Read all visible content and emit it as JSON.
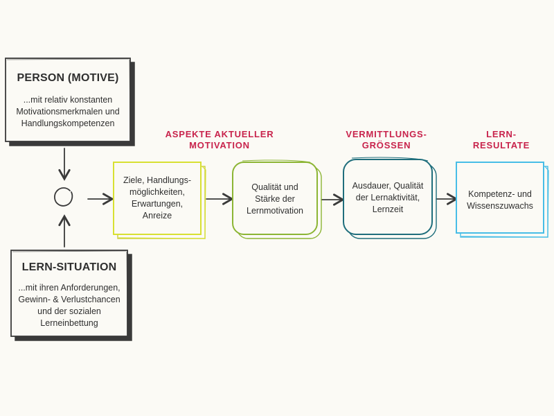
{
  "person_box": {
    "title": "PERSON (MOTIVE)",
    "body_lines": [
      "...mit relativ konstanten",
      "Motivationsmerkmalen und",
      "Handlungskompetenzen"
    ]
  },
  "situation_box": {
    "title": "LERN-SITUATION",
    "body_lines": [
      "...mit ihren Anforderungen,",
      "Gewinn- & Verlustchancen",
      "und der sozialen",
      "Lerneinbettung"
    ]
  },
  "categories": [
    {
      "lines": [
        "ASPEKTE AKTUELLER",
        "MOTIVATION"
      ]
    },
    {
      "lines": [
        "VERMITTLUNGS-",
        "GRÖSSEN"
      ]
    },
    {
      "lines": [
        "LERN-",
        "RESULTATE"
      ]
    }
  ],
  "process_boxes": [
    {
      "lines": [
        "Ziele, Handlungs-",
        "möglichkeiten,",
        "Erwartungen,",
        "Anreize"
      ],
      "color": "#d8e032"
    },
    {
      "lines": [
        "Qualität und",
        "Stärke der",
        "Lernmotivation"
      ],
      "color": "#8cb534"
    },
    {
      "lines": [
        "Ausdauer, Qualität",
        "der Lernaktivität,",
        "Lernzeit"
      ],
      "color": "#1f6e7c"
    },
    {
      "lines": [
        "Kompetenz- und",
        "Wissenszuwachs"
      ],
      "color": "#47bde6"
    }
  ],
  "colors": {
    "category_text": "#c8234c",
    "ink": "#3a3a3a",
    "background": "#fbfaf5"
  }
}
